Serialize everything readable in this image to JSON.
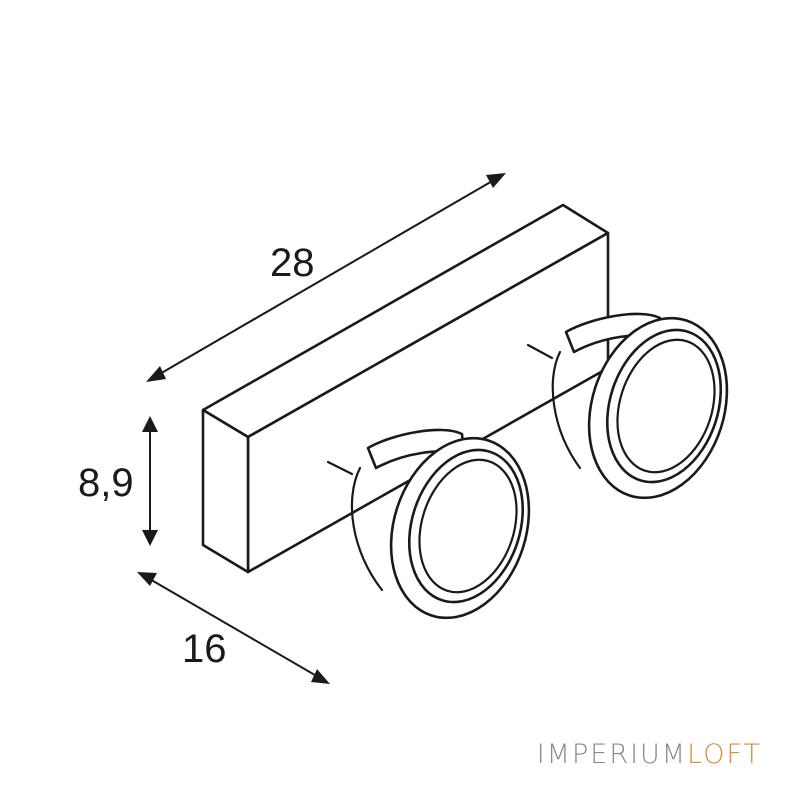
{
  "diagram": {
    "dimensions": {
      "length": "28",
      "height": "8,9",
      "depth": "16"
    }
  },
  "watermark": {
    "part1": "IMPERIUM",
    "part2": "LOFT",
    "color_part1": "#8a8a8a",
    "color_part2": "#d98a3a"
  }
}
